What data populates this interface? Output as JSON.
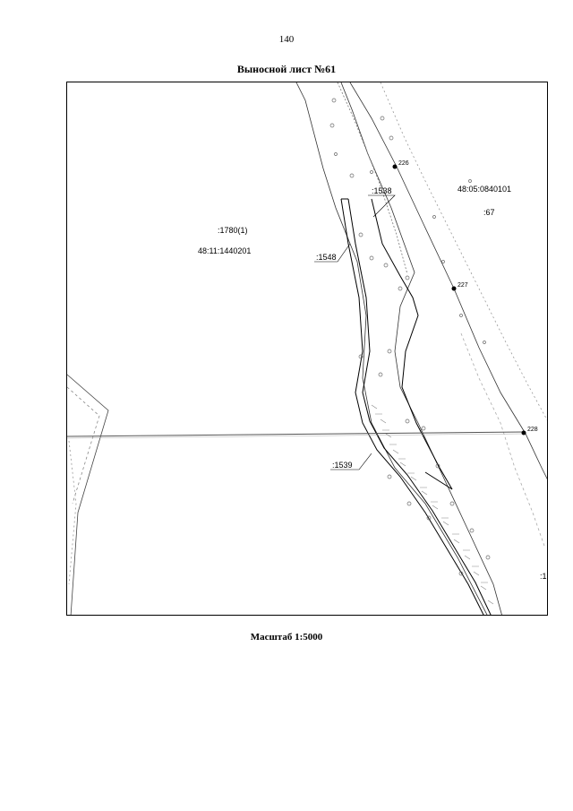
{
  "page": {
    "number": "140",
    "title": "Выносной лист №61",
    "scale": "Масштаб 1:5000"
  },
  "map": {
    "labels": {
      "cadastral_east": "48:05:0840101",
      "parcel_67": ":67",
      "parcel_1780": ":1780(1)",
      "cadastral_west": "48:11:1440201",
      "parcel_1538": ":1538",
      "parcel_1548": ":1548",
      "parcel_1539": ":1539",
      "parcel_edge_1": ":1"
    },
    "points": [
      {
        "id": "226",
        "label": "226"
      },
      {
        "id": "227",
        "label": "227"
      },
      {
        "id": "228",
        "label": "228"
      }
    ]
  }
}
